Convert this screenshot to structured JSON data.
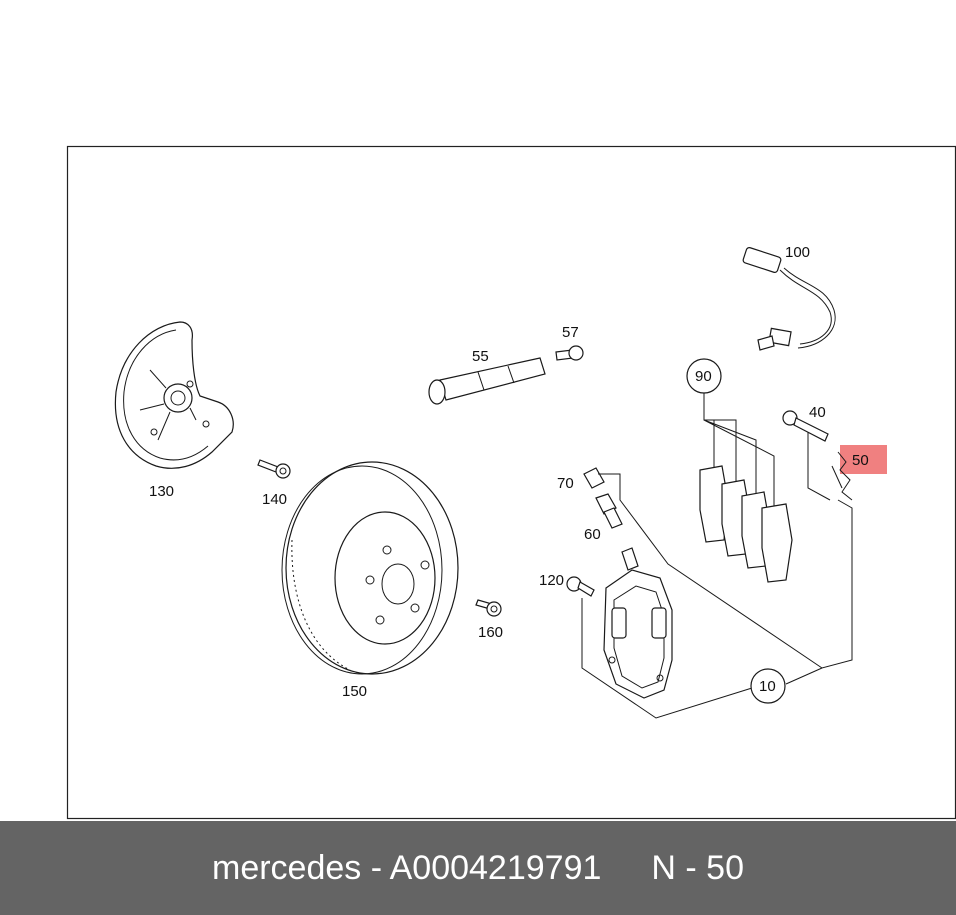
{
  "parts": {
    "p10": "10",
    "p40": "40",
    "p50": "50",
    "p55": "55",
    "p57": "57",
    "p60": "60",
    "p70": "70",
    "p90": "90",
    "p100": "100",
    "p120": "120",
    "p130": "130",
    "p140": "140",
    "p150": "150",
    "p160": "160"
  },
  "highlight": {
    "part": "50",
    "color": "#f08080"
  },
  "footer": {
    "brand": "mercedes - A0004219791",
    "ref": "N - 50"
  }
}
